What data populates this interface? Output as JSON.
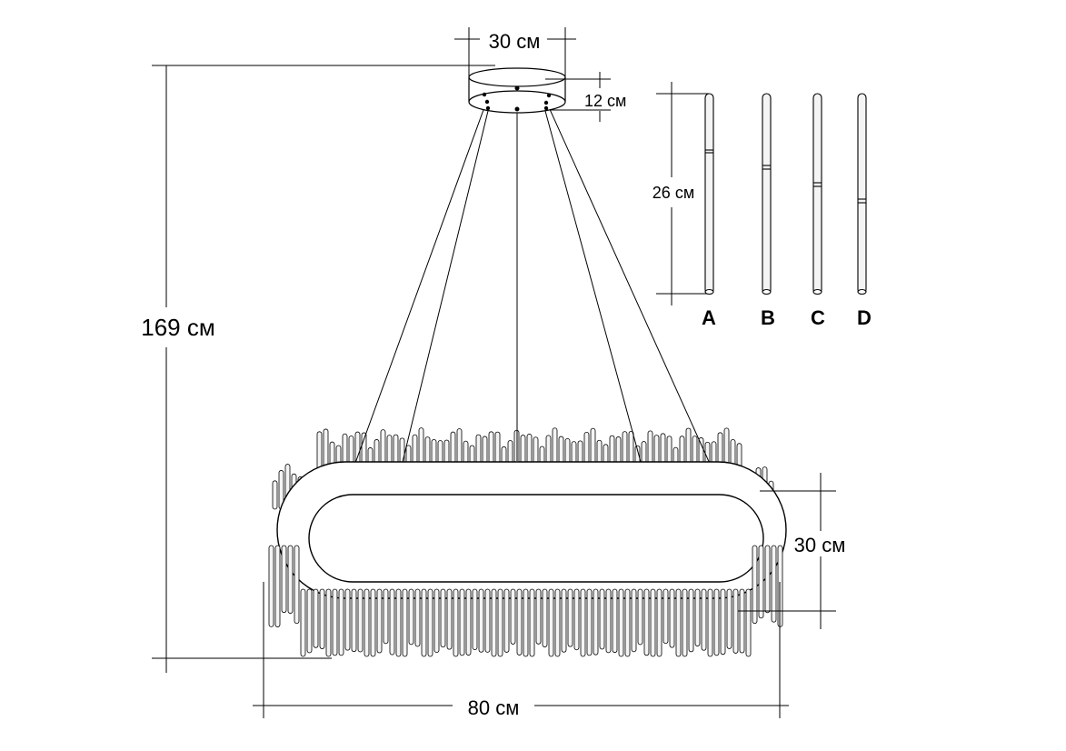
{
  "dimensions": {
    "total_height": "169 см",
    "canopy_diameter": "30 см",
    "canopy_height": "12 см",
    "rod_length": "26 см",
    "ring_height": "30 см",
    "ring_length": "80 см"
  },
  "rod_types": [
    "A",
    "B",
    "C",
    "D"
  ],
  "colors": {
    "line": "#000000",
    "background": "#ffffff",
    "rod_fill": "#f4f4f4"
  }
}
